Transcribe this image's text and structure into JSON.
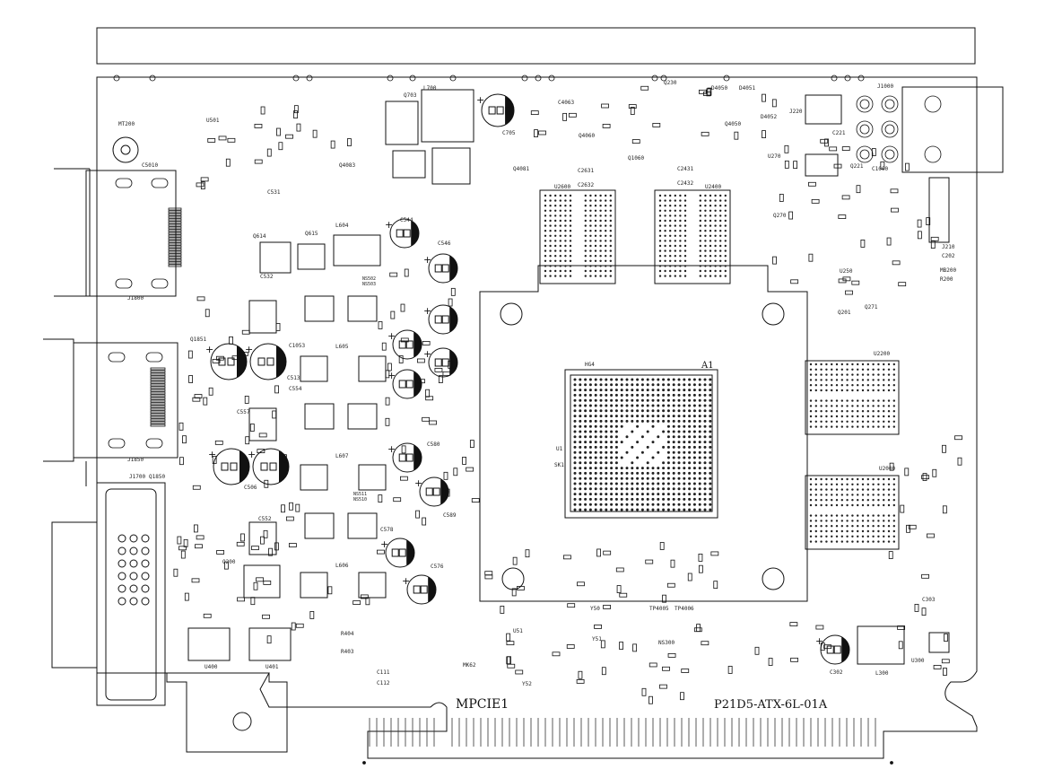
{
  "labels": {
    "slot_name": "MPCIE1",
    "board_id": "P21D5-ATX-6L-01A",
    "gpu_id": "HG4",
    "gpu_pin1": "A1",
    "u1": "U1",
    "sk1": "SK1",
    "mt200": "MT200",
    "c5010": "C5010",
    "u501": "U501",
    "q703": "Q703",
    "l700": "L700",
    "c705": "C705",
    "c4063": "C4063",
    "q4060": "Q4060",
    "q230": "Q230",
    "d4050": "D4050",
    "d4051": "D4051",
    "q4050": "Q4050",
    "d4052": "D4052",
    "j220": "J220",
    "j1000": "J1000",
    "c221": "C221",
    "c1000": "C1000",
    "q221": "Q221",
    "c2631": "C2631",
    "c2632": "C2632",
    "c2431": "C2431",
    "c2432": "C2432",
    "u2600": "U2600",
    "u2400": "U2400",
    "u270": "U270",
    "u250": "U250",
    "q201": "Q201",
    "q271": "Q271",
    "q270": "Q270",
    "j210": "J210",
    "c202": "C202",
    "mb200": "MB200",
    "r200": "R200",
    "u2200": "U2200",
    "u2000": "U2000",
    "c303": "C303",
    "c302": "C302",
    "l300": "L300",
    "u300": "U300",
    "c111": "C111",
    "c112": "C112",
    "mk62": "MK62",
    "y50": "Y50",
    "y51": "Y51",
    "y52": "Y52",
    "u51": "U51",
    "tp4005": "TP4005",
    "tp4006": "TP4006",
    "ns300": "NS300",
    "u400": "U400",
    "u401": "U401",
    "r404": "R404",
    "r403": "R403",
    "j1800": "J1800",
    "j1850": "J1850",
    "j1700": "J1700",
    "q1850": "Q1850",
    "q1851": "Q1851",
    "c1053": "C1053",
    "l605": "L605",
    "l607": "L607",
    "l604": "L604",
    "l606": "L606",
    "c544": "C544",
    "c546": "C546",
    "c580": "C580",
    "c589": "C589",
    "c576": "C576",
    "c578": "C578",
    "q614": "Q614",
    "q615": "Q615",
    "q200": "Q200",
    "q4081": "Q4081",
    "q4083": "Q4083",
    "q1060": "Q1060",
    "ns502": "NS502",
    "ns503": "NS503",
    "ns511": "NS511",
    "ns510": "NS510",
    "c513": "C513",
    "c554": "C554",
    "c557": "C557",
    "c552": "C552",
    "c506": "C506",
    "c531": "C531",
    "c532": "C532"
  }
}
